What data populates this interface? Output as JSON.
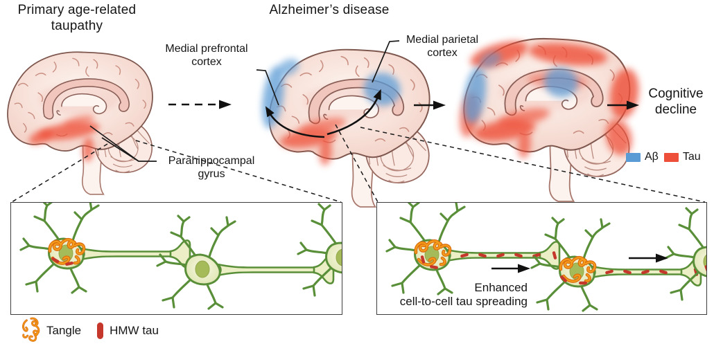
{
  "panel_titles": {
    "part": "Primary age-related taupathy",
    "ad": "Alzheimer’s disease"
  },
  "annotations": {
    "medial_prefrontal": "Medial prefrontal cortex",
    "medial_parietal": "Medial parietal cortex",
    "parahippocampal": "Parahippocampal gyrus",
    "cognitive_decline": "Cognitive decline",
    "enhanced_line1": "Enhanced",
    "enhanced_line2": "cell-to-cell tau spreading"
  },
  "brain_legend": {
    "abeta_label": "Aβ",
    "abeta_color": "#5b9bd5",
    "tau_label": "Tau",
    "tau_color": "#ee4f38"
  },
  "neuron_legend": {
    "tangle_label": "Tangle",
    "tangle_color": "#f59d1a",
    "tangle_outline": "#d96a10",
    "hmw_label": "HMW tau",
    "hmw_color": "#c4372a"
  }
}
